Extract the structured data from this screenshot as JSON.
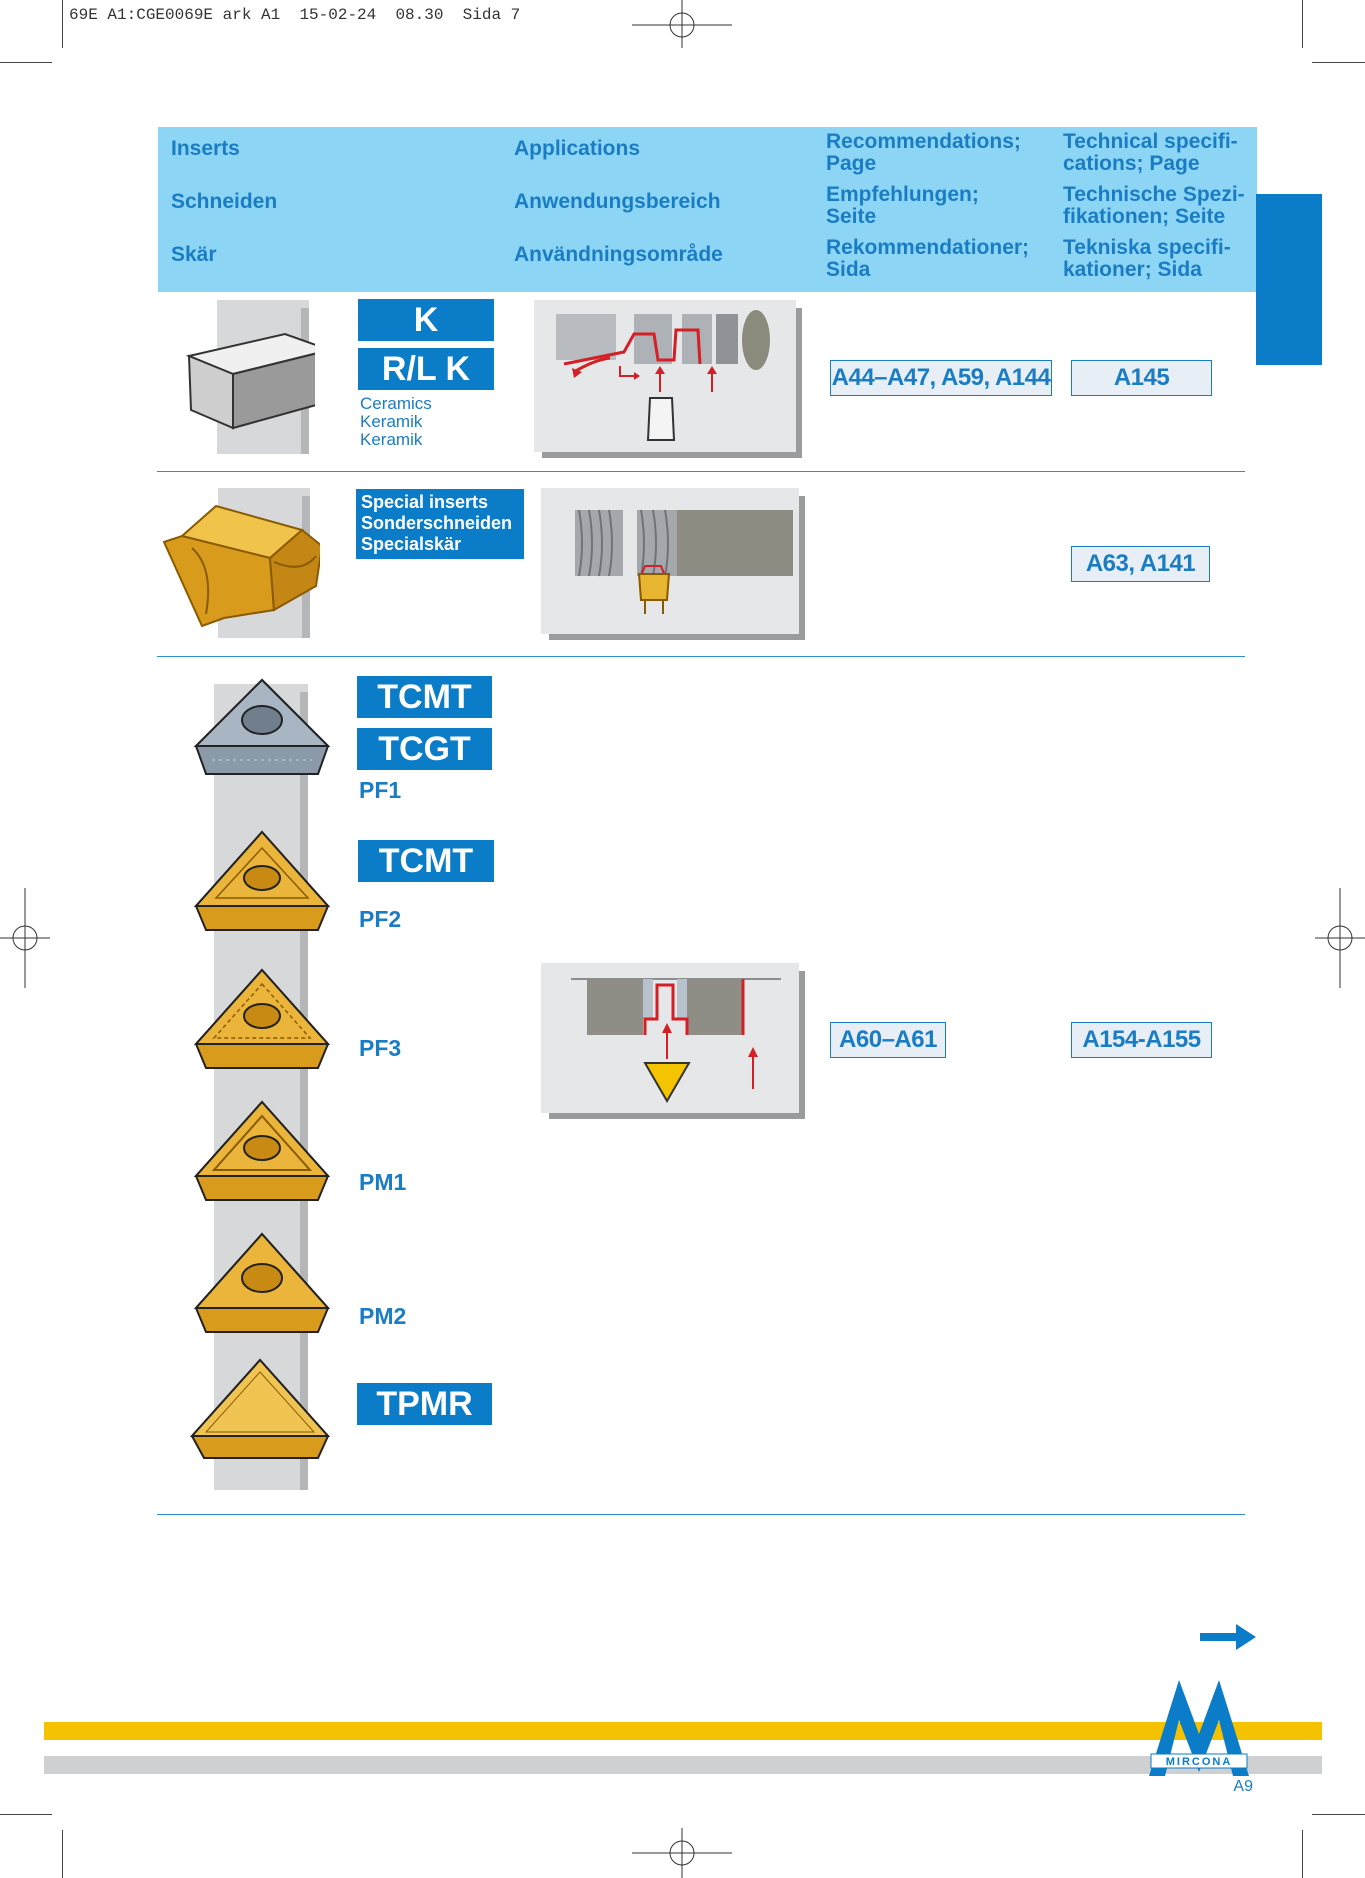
{
  "print_header": "69E A1:CGE0069E ark A1  15-02-24  08.30  Sida 7",
  "header": {
    "col1": [
      "Inserts",
      "Schneiden",
      "Skär"
    ],
    "col2": [
      "Applications",
      "Anwendungsbereich",
      "Användningsområde"
    ],
    "col3": [
      "Recommendations;\nPage",
      "Empfehlungen;\nSeite",
      "Rekommendationer;\nSida"
    ],
    "col4": [
      "Technical specifi-\ncations; Page",
      "Technische Spezi-\nfikationen; Seite",
      "Tekniska specifi-\nkationer; Sida"
    ]
  },
  "row1": {
    "label_top": "K",
    "label_bottom": "R/L K",
    "sub": [
      "Ceramics",
      "Keramik",
      "Keramik"
    ],
    "recommendations": "A44–A47, A59, A144",
    "technical": "A145"
  },
  "row2": {
    "labels": [
      "Special inserts",
      "Sonderschneiden",
      "Specialskär"
    ],
    "technical": "A63, A141"
  },
  "row3": {
    "labels": {
      "tcmt1": "TCMT",
      "tcgt": "TCGT",
      "pf1": "PF1",
      "tcmt2": "TCMT",
      "pf2": "PF2",
      "pf3": "PF3",
      "pm1": "PM1",
      "pm2": "PM2",
      "tpmr": "TPMR"
    },
    "recommendations": "A60–A61",
    "technical": "A154-A155"
  },
  "logo_text": "MIRCONA",
  "page_number": "A9",
  "colors": {
    "accent_blue": "#0a7cc8",
    "header_band": "#8dd5f4",
    "text_blue": "#1a7dc4",
    "yellow_band": "#f5c200",
    "gray_band": "#cfd0d2",
    "insert_gold": "#d89b1c"
  }
}
